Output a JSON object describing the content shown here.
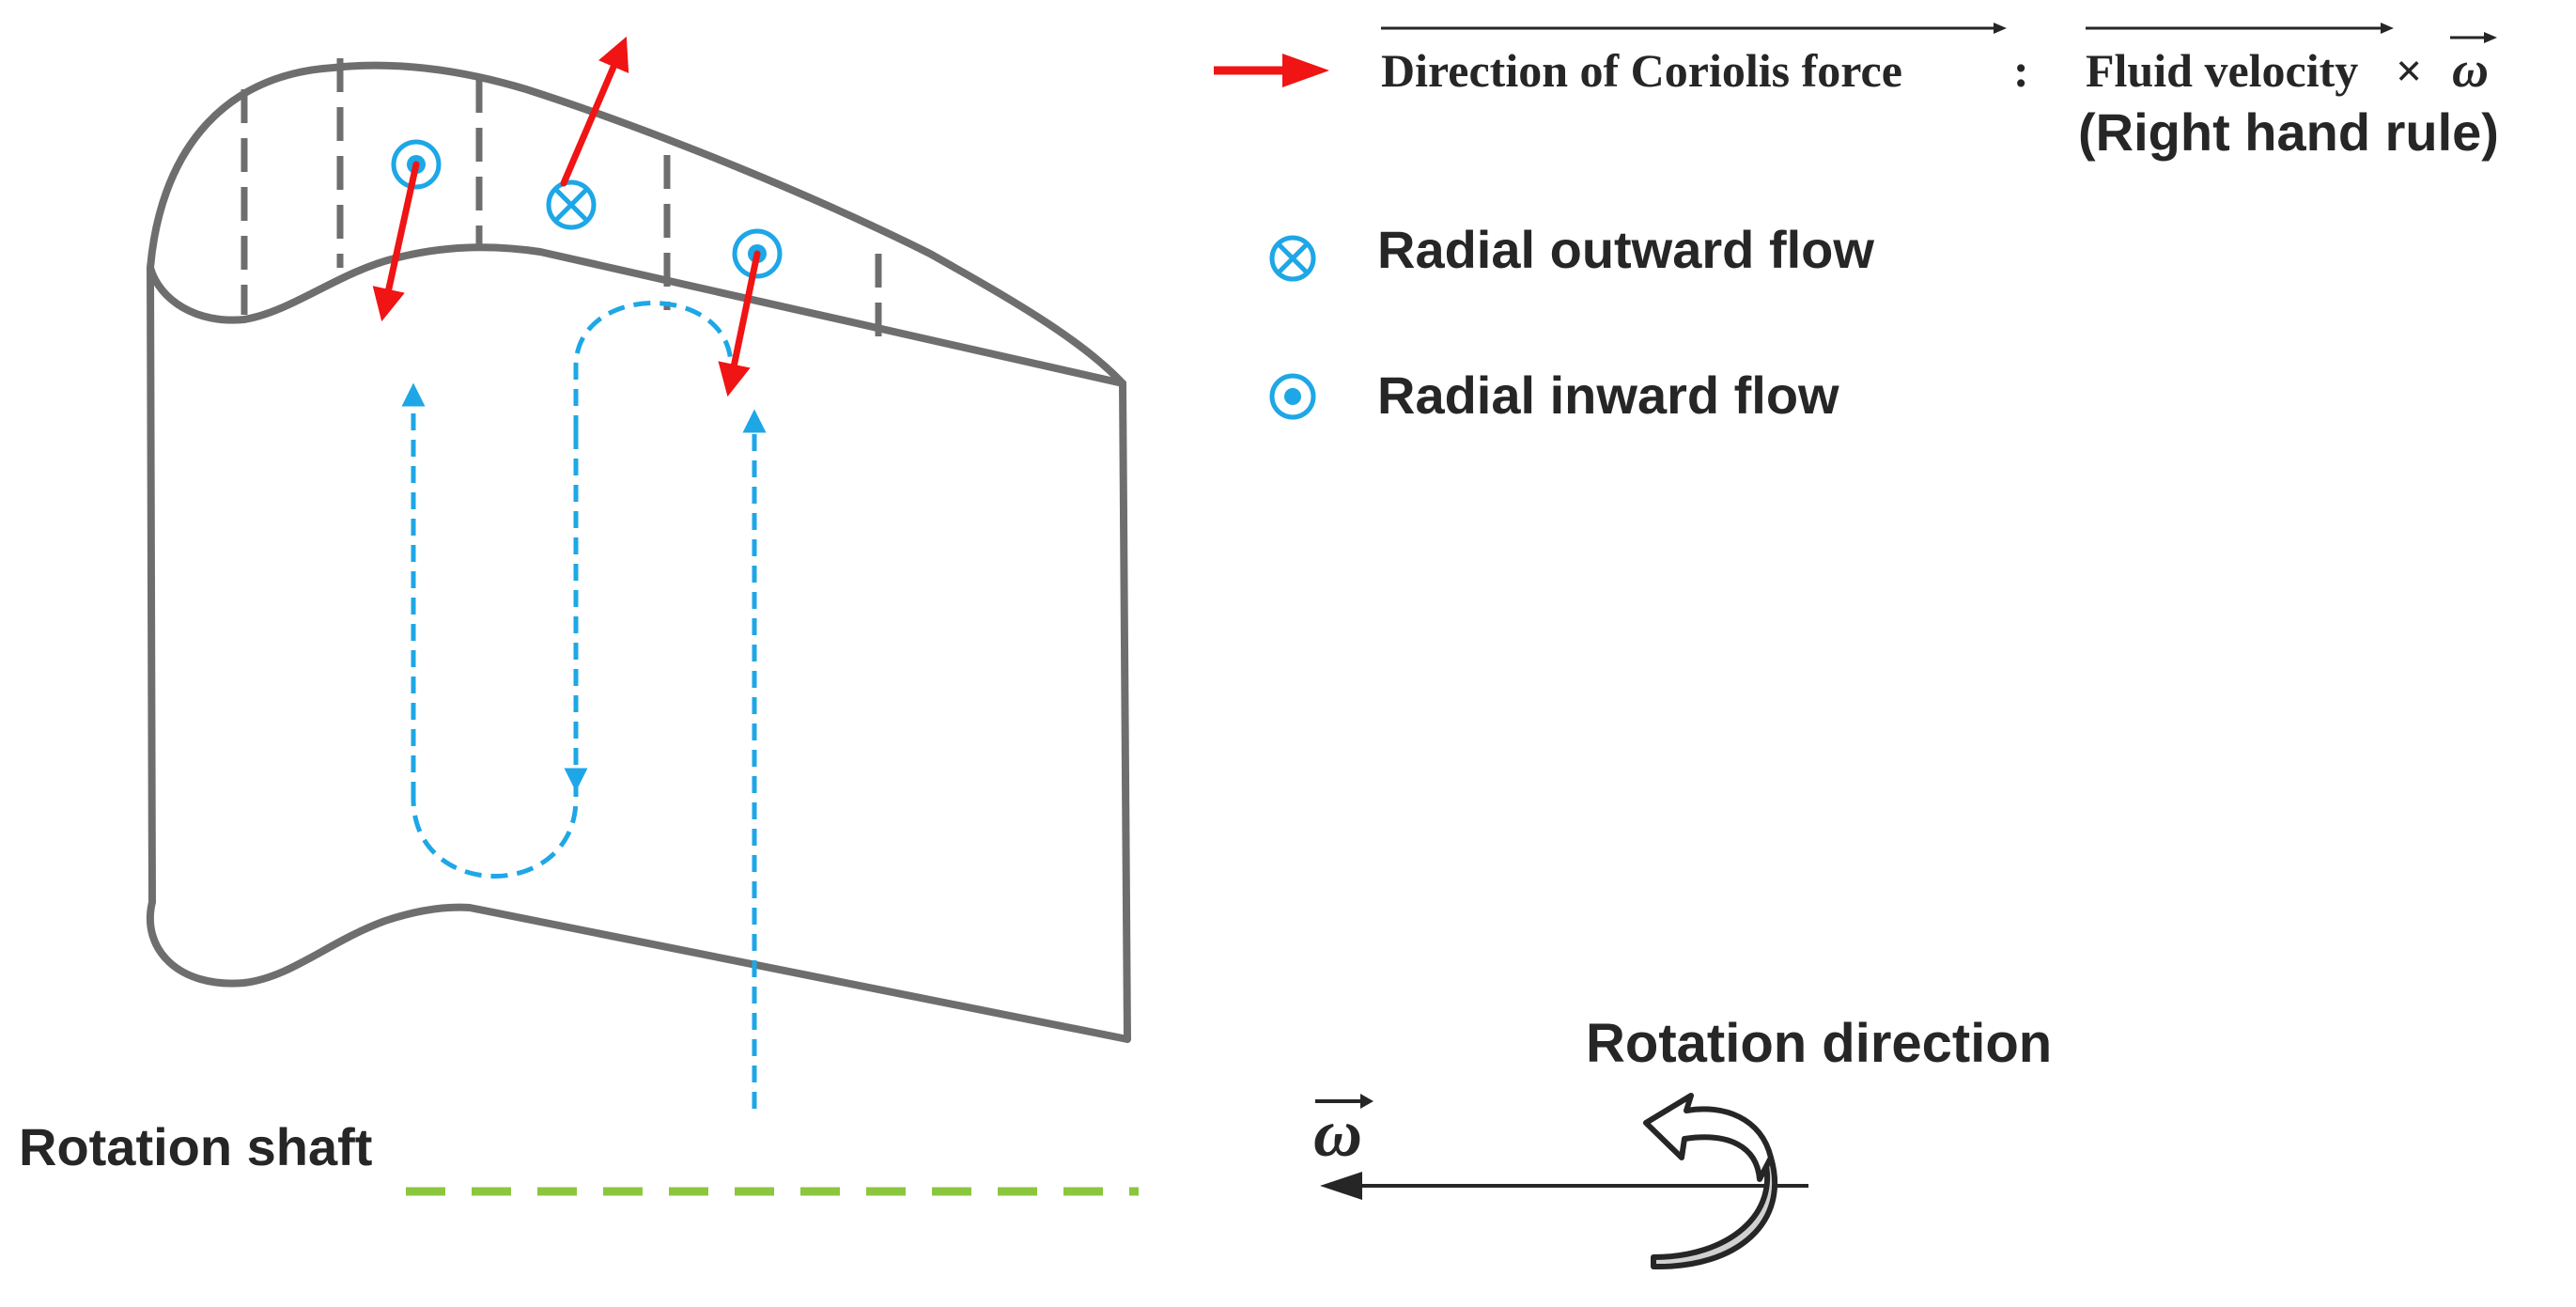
{
  "legend": {
    "coriolis_text": "Direction of Coriolis force",
    "separator": ":",
    "fluid_velocity_text": "Fluid velocity",
    "cross_symbol": "×",
    "omega_symbol": "ω",
    "right_hand_rule": "(Right hand rule)",
    "radial_outward": "Radial outward flow",
    "radial_inward": "Radial inward flow"
  },
  "labels": {
    "rotation_direction": "Rotation direction",
    "rotation_shaft": "Rotation shaft",
    "omega_axis": "ω"
  },
  "colors": {
    "outline": "#6e6e6e",
    "coolant": "#1ea7e6",
    "coriolis": "#f01414",
    "shaft": "#8cc63f",
    "text": "#262626",
    "arrow_fill": "#d0d0d0"
  }
}
